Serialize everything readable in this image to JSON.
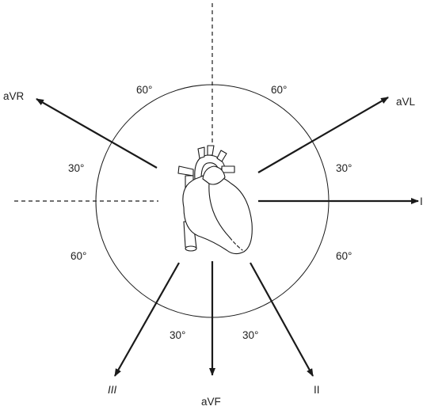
{
  "leads": {
    "avr": "aVR",
    "avl": "aVL",
    "lead_i": "I",
    "lead_ii": "II",
    "lead_iii": "III",
    "avf": "aVF"
  },
  "angles": {
    "top_left": "60°",
    "top_right": "60°",
    "upper_left": "30°",
    "upper_right": "30°",
    "lower_left": "60°",
    "lower_right": "60°",
    "bottom_left": "30°",
    "bottom_right": "30°"
  },
  "icons": {
    "center": "heart-icon"
  },
  "colors": {
    "line": "#1a1a1a",
    "background": "#ffffff"
  }
}
